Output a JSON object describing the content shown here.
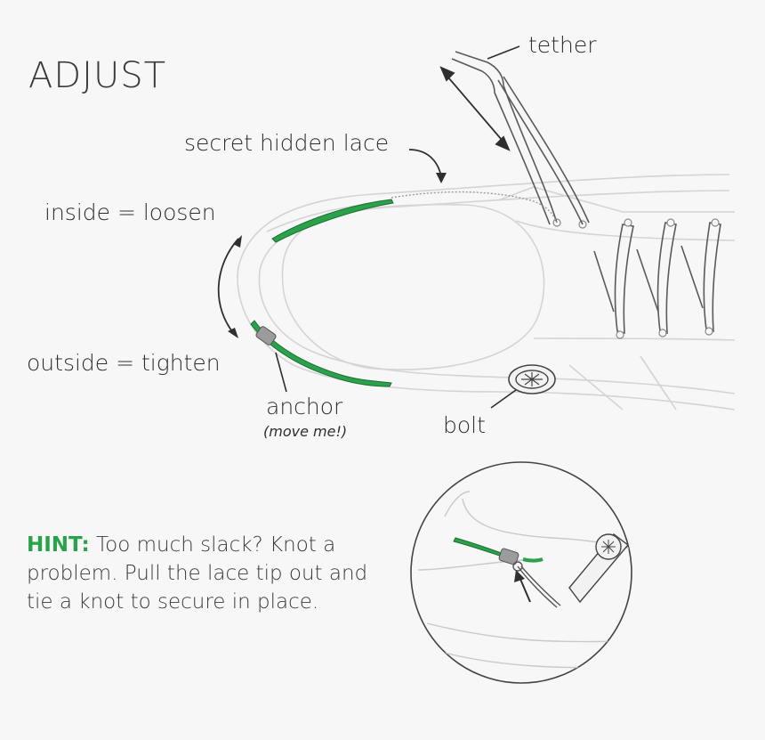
{
  "title": "ADJUST",
  "labels": {
    "tether": "tether",
    "secret_lace": "secret hidden lace",
    "inside": "inside = loosen",
    "outside": "outside = tighten",
    "anchor": "anchor",
    "anchor_note": "(move me!)",
    "bolt": "bolt"
  },
  "hint": {
    "key": "HINT:",
    "text": " Too much slack? Knot a problem. Pull the lace tip out and tie a knot to secure in place."
  },
  "colors": {
    "accent_green": "#2aa24a",
    "line": "#cfcfcf",
    "ink": "#2f2f2f"
  }
}
